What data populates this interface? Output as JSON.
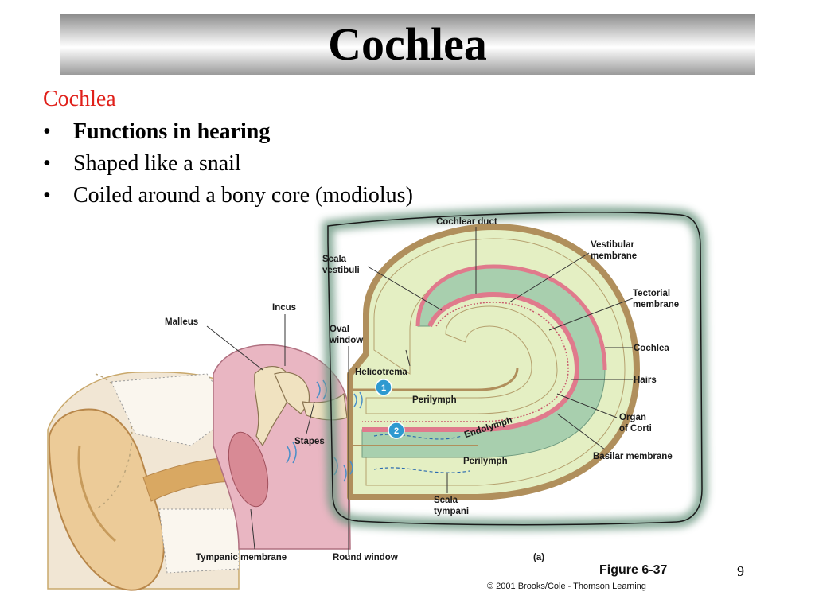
{
  "slide": {
    "title": "Cochlea",
    "heading": "Cochlea",
    "bullets": [
      {
        "text": "Functions in hearing",
        "bold": true
      },
      {
        "text": "Shaped like a snail",
        "bold": false
      },
      {
        "text": "Coiled around a bony core (modiolus)",
        "bold": false
      }
    ],
    "bullet_char": "•",
    "page_number": "9"
  },
  "figure": {
    "labels": {
      "cochlear_duct": "Cochlear duct",
      "vestibular_membrane": [
        "Vestibular",
        "membrane"
      ],
      "scala_vestibuli": [
        "Scala",
        "vestibuli"
      ],
      "tectorial_membrane": [
        "Tectorial",
        "membrane"
      ],
      "incus": "Incus",
      "malleus": "Malleus",
      "oval_window": [
        "Oval",
        "window"
      ],
      "cochlea": "Cochlea",
      "helicotrema": "Helicotrema",
      "hairs": "Hairs",
      "perilymph_upper": "Perilymph",
      "endolymph": "Endolymph",
      "organ_of_corti": [
        "Organ",
        "of Corti"
      ],
      "stapes": "Stapes",
      "perilymph_lower": "Perilymph",
      "basilar_membrane": "Basilar membrane",
      "scala_tympani": [
        "Scala",
        "tympani"
      ],
      "tympanic_membrane": "Tympanic membrane",
      "round_window": "Round window",
      "panel": "(a)",
      "marker_1": "1",
      "marker_2": "2"
    },
    "figure_number": "Figure 6-37",
    "copyright": "© 2001 Brooks/Cole - Thomson Learning",
    "colors": {
      "perilymph": "#e4efc3",
      "endolymph": "#a8cfae",
      "membrane": "#e07a8c",
      "ear_skin": "#eccb98",
      "middle_ear": "#e9b6c2",
      "highlight_border": "#4f7a63",
      "marker": "#2e9ad0"
    }
  }
}
